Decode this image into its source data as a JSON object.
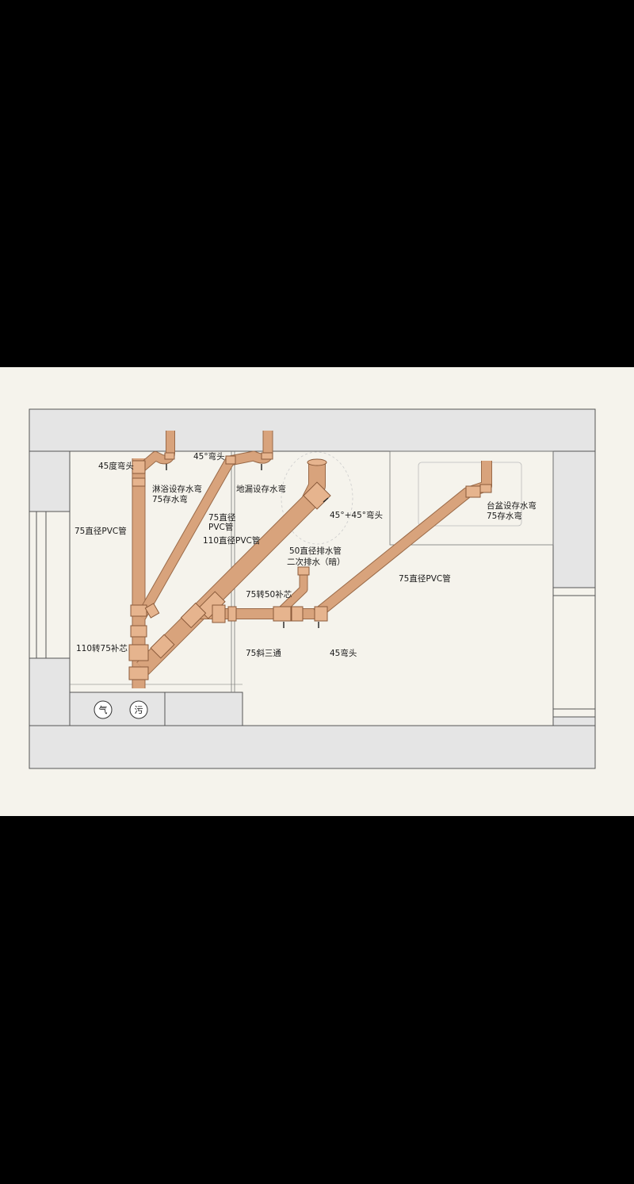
{
  "colors": {
    "letterbox": "#000000",
    "background": "#f5f3ec",
    "wall": "#e5e5e5",
    "wall_outline": "#555555",
    "pipe_fill": "#e8b896",
    "pipe_edge": "#9a6a48"
  },
  "labels": {
    "elbow_45_deg": "45度弯头",
    "elbow_45_top": "45°弯头",
    "shower_trap": "淋浴设存水弯",
    "shower_trap_size": "75存水弯",
    "floor_drain_trap": "地漏设存水弯",
    "pipe_75_vertical": "75直径PVC管",
    "pipe_75_diag_1": "75直径",
    "pipe_75_diag_2": "PVC管",
    "pipe_110": "110直径PVC管",
    "elbow_45_plus_45": "45°+45°弯头",
    "drain_50": "50直径排水管",
    "secondary_drain": "二次排水（暗）",
    "reducer_75_50": "75转50补芯",
    "reducer_110_75": "110转75补芯",
    "tee_75": "75斜三通",
    "elbow_45_bottom": "45弯头",
    "pipe_75_right": "75直径PVC管",
    "basin_trap": "台盆设存水弯",
    "basin_trap_size": "75存水弯"
  },
  "risers": {
    "vent": "气",
    "sewage": "污"
  }
}
